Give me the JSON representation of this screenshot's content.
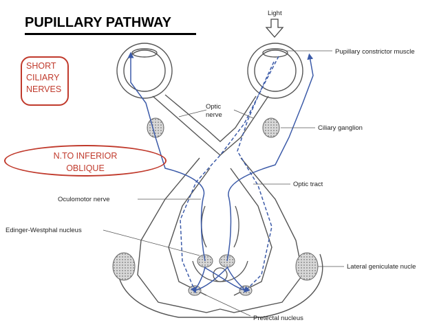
{
  "title": "PUPILLARY PATHWAY",
  "annotations": {
    "short_ciliary": [
      "SHORT",
      "CILIARY",
      "NERVES"
    ],
    "nerve_inferior_oblique": [
      "N.TO INFERIOR",
      "OBLIQUE"
    ]
  },
  "labels": {
    "light": "Light",
    "pupillary_constrictor": "Pupillary constrictor muscle",
    "optic_nerve": [
      "Optic",
      "nerve"
    ],
    "ciliary_ganglion": "Ciliary ganglion",
    "optic_tract": "Optic tract",
    "oculomotor_nerve": "Oculomotor nerve",
    "edinger_westphal": "Edinger-Westphal nucleus",
    "lateral_geniculate": "Lateral geniculate nucle",
    "pretectal": "Pretectal nucleus"
  },
  "colors": {
    "annotation": "#c0392b",
    "pathway": "#3b5aa8",
    "outline": "#555555"
  }
}
